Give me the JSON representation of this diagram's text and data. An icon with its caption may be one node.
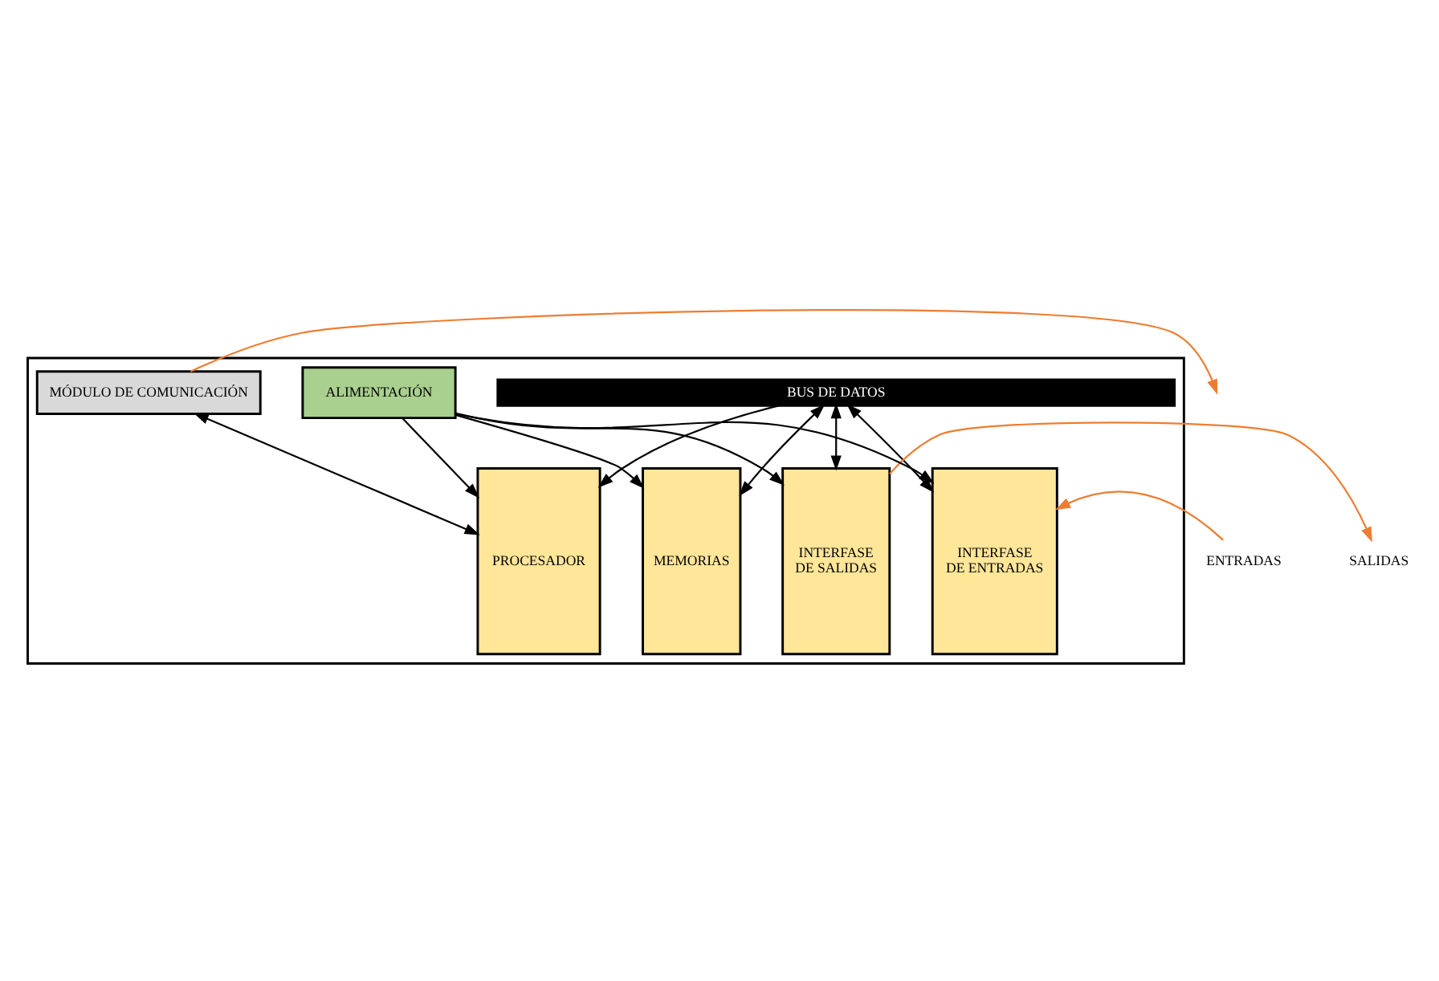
{
  "diagram": {
    "nodes": [
      {
        "text": [],
        "shape": "box"
      },
      {
        "text": [
          "BUS DE DATOS"
        ],
        "in": 0
      },
      {
        "text": [
          "MÓDULO DE COMUNICACIÓN"
        ],
        "in": 0
      },
      {
        "text": [
          "INTERFASE",
          "DE ENTRADAS"
        ],
        "in": 0
      },
      {
        "text": [
          "PROCESADOR"
        ],
        "in": 0
      },
      {
        "text": [
          "MEMORIAS"
        ],
        "in": 0
      },
      {
        "text": [
          "INTERFASE",
          "DE SALIDAS"
        ],
        "in": 0
      },
      {
        "text": [
          "ALIMENTACIÓN"
        ],
        "in": 0
      },
      {
        "text": [
          "ENTRADAS"
        ]
      },
      {
        "text": [
          "SALIDAS"
        ]
      }
    ],
    "edges": [
      {
        "from": 1,
        "to": 3,
        "arrow": "both"
      },
      {
        "from": 2,
        "to": null,
        "arrow": "to",
        "color": "#ed7d31"
      },
      {
        "from": 2,
        "to": 4,
        "arrow": "both"
      },
      {
        "from": 1,
        "to": 5,
        "arrow": "both"
      },
      {
        "from": 1,
        "to": 4,
        "arrow": "to"
      },
      {
        "from": 1,
        "to": 6,
        "arrow": "both"
      },
      {
        "from": 8,
        "to": 3,
        "arrow": "to",
        "color": "#ed7d31"
      },
      {
        "from": 6,
        "to": 9,
        "arrow": "to",
        "color": "#ed7d31"
      },
      {
        "from": 7,
        "to": 3,
        "arrow": "to"
      },
      {
        "from": 7,
        "to": 4,
        "arrow": "to"
      },
      {
        "from": 7,
        "to": 5,
        "arrow": "to"
      },
      {
        "from": 7,
        "to": 6,
        "arrow": "to"
      }
    ]
  }
}
